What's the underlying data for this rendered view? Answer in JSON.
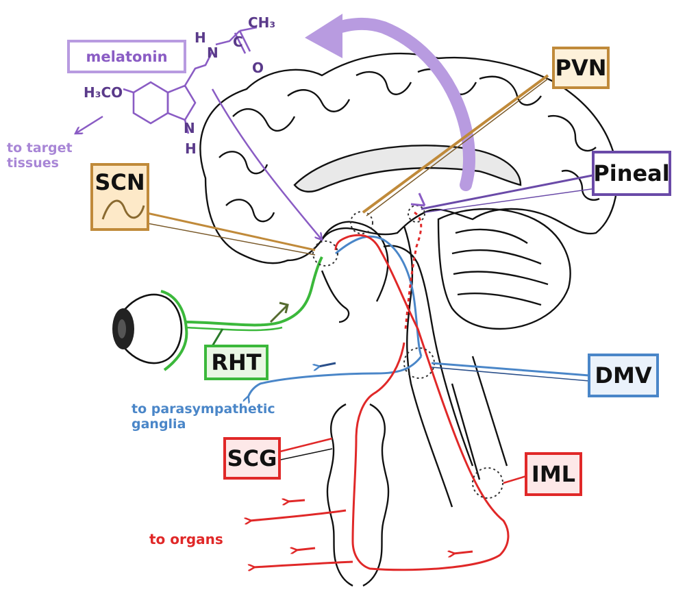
{
  "labels": {
    "melatonin": "melatonin",
    "pvn": "PVN",
    "pineal": "Pineal",
    "scn": "SCN",
    "rht": "RHT",
    "dmv": "DMV",
    "scg": "SCG",
    "iml": "IML"
  },
  "notes": {
    "target_line1": "to target",
    "target_line2": "tissues",
    "parasym_line1": "to parasympathetic",
    "parasym_line2": "ganglia",
    "organs": "to organs"
  },
  "molecule": {
    "h3co": "H₃CO",
    "ch3": "CH₃",
    "o": "O",
    "c": "C",
    "n_amide": "N",
    "h_amide": "H",
    "n_ring": "N",
    "h_ring": "H"
  },
  "colors": {
    "melatonin": "#8a5cc4",
    "melatonin_arrow": "#b89be0",
    "pvn_fill": "#fdf1da",
    "pvn_line": "#c08a3a",
    "pineal_line": "#6a4aa8",
    "scn_fill": "#fde9c8",
    "rht": "#3bb83b",
    "dmv": "#4a86c8",
    "sympathetic": "#e02828",
    "outline": "#111111"
  }
}
